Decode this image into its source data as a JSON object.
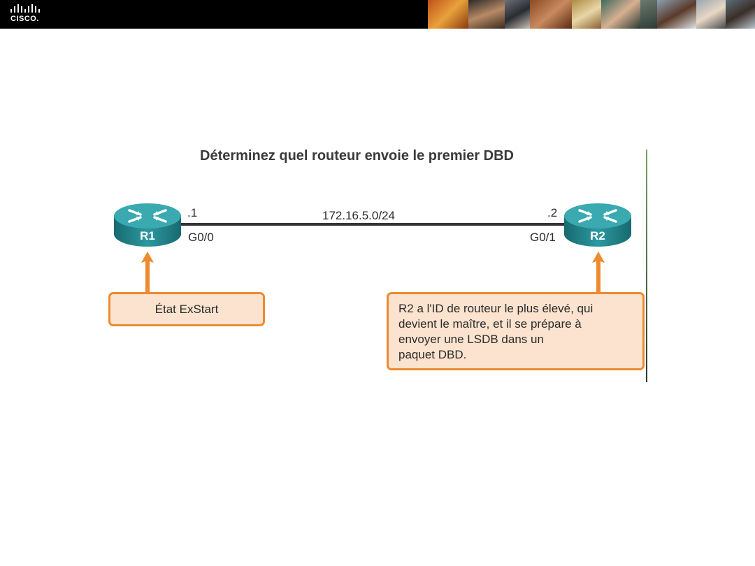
{
  "header": {
    "logo_text": "CISCO.",
    "photo_strip_description": "photo-strip"
  },
  "diagram": {
    "title": "Déterminez quel routeur envoie le premier DBD",
    "network": "172.16.5.0/24",
    "routers": [
      {
        "name": "R1",
        "host": ".1",
        "interface": "G0/0"
      },
      {
        "name": "R2",
        "host": ".2",
        "interface": "G0/1"
      }
    ],
    "callouts": {
      "r1": "État ExStart",
      "r2_lines": [
        "R2 a l'ID de routeur le plus élevé, qui",
        "devient le maître, et il se prépare à",
        "envoyer une LSDB dans un",
        "paquet DBD."
      ]
    },
    "colors": {
      "router_body": "#1f7f86",
      "callout_fill": "#fbe3cf",
      "callout_border": "#ee8a2f",
      "arrow": "#ee8a2f"
    }
  }
}
